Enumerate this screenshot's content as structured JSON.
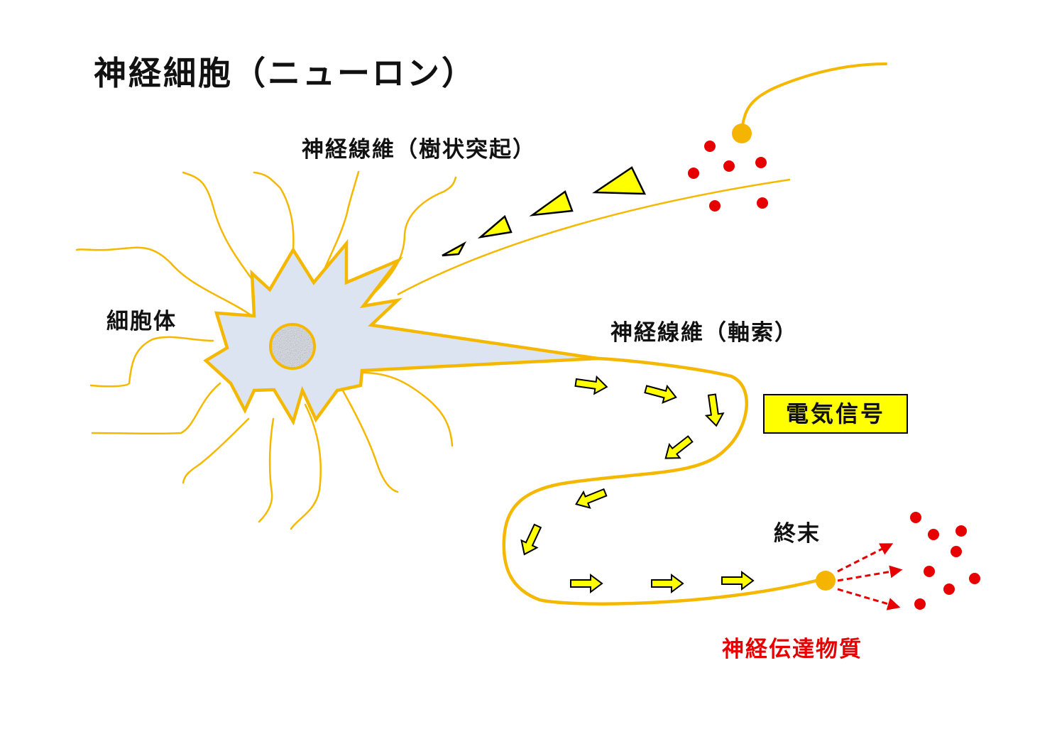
{
  "title": "神経細胞（ニューロン）",
  "labels": {
    "dendrite": "神経線維（樹状突起）",
    "soma": "細胞体",
    "axon": "神経線維（軸索）",
    "signal": "電気信号",
    "terminal": "終末",
    "transmitter": "神経伝達物質"
  },
  "colors": {
    "fiber": "#f5b800",
    "soma_fill": "#dce4f2",
    "arrow_fill": "#ffff00",
    "outline": "#000000",
    "transmitter": "#e60000",
    "signal_box": "#ffff00",
    "terminal_dot": "#f5b400"
  }
}
